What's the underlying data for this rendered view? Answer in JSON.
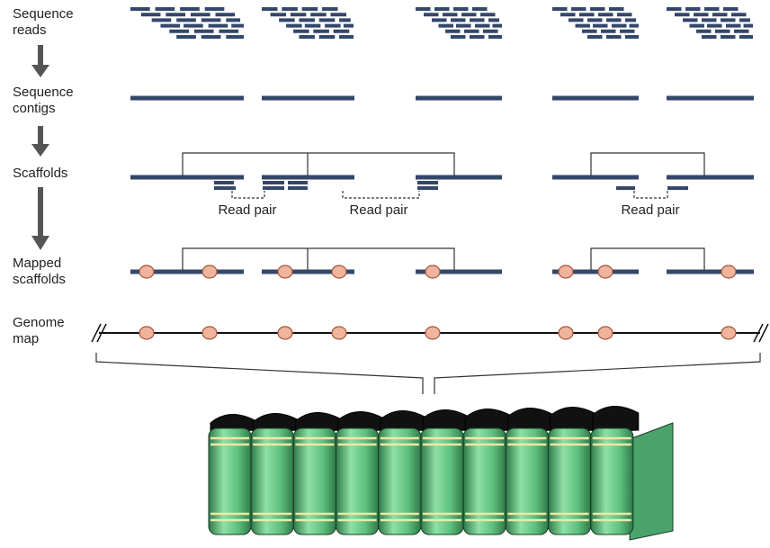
{
  "stages": [
    {
      "id": "reads",
      "label": "Sequence\nreads"
    },
    {
      "id": "contigs",
      "label": "Sequence\ncontigs"
    },
    {
      "id": "scaffolds",
      "label": "Scaffolds"
    },
    {
      "id": "mapped",
      "label": "Mapped\nscaffolds"
    },
    {
      "id": "genome",
      "label": "Genome\nmap"
    }
  ],
  "read_pair_label": "Read pair",
  "colors": {
    "sequence": "#34476a",
    "marker_fill": "#f0b49c",
    "marker_stroke": "#a4543a",
    "arrow": "#555555",
    "book": "#5dbf7d",
    "book_dark": "#2f7a48",
    "band": "#f2e6a8"
  }
}
